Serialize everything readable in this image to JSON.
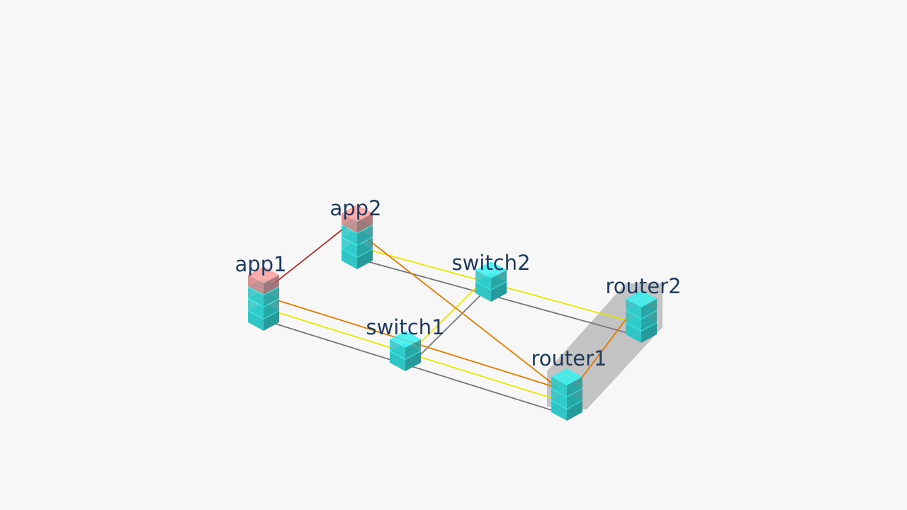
{
  "colors": {
    "background": "#f7f7f7",
    "label": "#1e3a5c",
    "device_layer": "#33d6d6",
    "app_layer": "#e88e8e",
    "link_physical": "#777777",
    "link_l2": "#e6e600",
    "link_l3": "#e07b00",
    "link_app": "#b03030",
    "group_box": "#999999"
  },
  "nodes": [
    {
      "id": "app1",
      "label": "app1",
      "layers": [
        "device",
        "device",
        "device",
        "app"
      ]
    },
    {
      "id": "app2",
      "label": "app2",
      "layers": [
        "device",
        "device",
        "device",
        "app"
      ]
    },
    {
      "id": "switch1",
      "label": "switch1",
      "layers": [
        "device",
        "device"
      ]
    },
    {
      "id": "switch2",
      "label": "switch2",
      "layers": [
        "device",
        "device"
      ]
    },
    {
      "id": "router1",
      "label": "router1",
      "layers": [
        "device",
        "device",
        "device"
      ]
    },
    {
      "id": "router2",
      "label": "router2",
      "layers": [
        "device",
        "device",
        "device"
      ]
    }
  ],
  "links": [
    {
      "from": "app1",
      "to": "router1",
      "kind": "physical"
    },
    {
      "from": "app2",
      "to": "router2",
      "kind": "physical"
    },
    {
      "from": "switch1",
      "to": "switch2",
      "kind": "physical"
    },
    {
      "from": "app1",
      "to": "router1",
      "kind": "l2"
    },
    {
      "from": "app2",
      "to": "router2",
      "kind": "l2"
    },
    {
      "from": "switch1",
      "to": "switch2",
      "kind": "l2"
    },
    {
      "from": "app1",
      "to": "router1",
      "kind": "l3"
    },
    {
      "from": "app2",
      "to": "router1",
      "kind": "l3"
    },
    {
      "from": "router1",
      "to": "router2",
      "kind": "l3"
    },
    {
      "from": "app1",
      "to": "app2",
      "kind": "app"
    }
  ],
  "groups": [
    {
      "members": [
        "router1",
        "router2"
      ]
    }
  ]
}
